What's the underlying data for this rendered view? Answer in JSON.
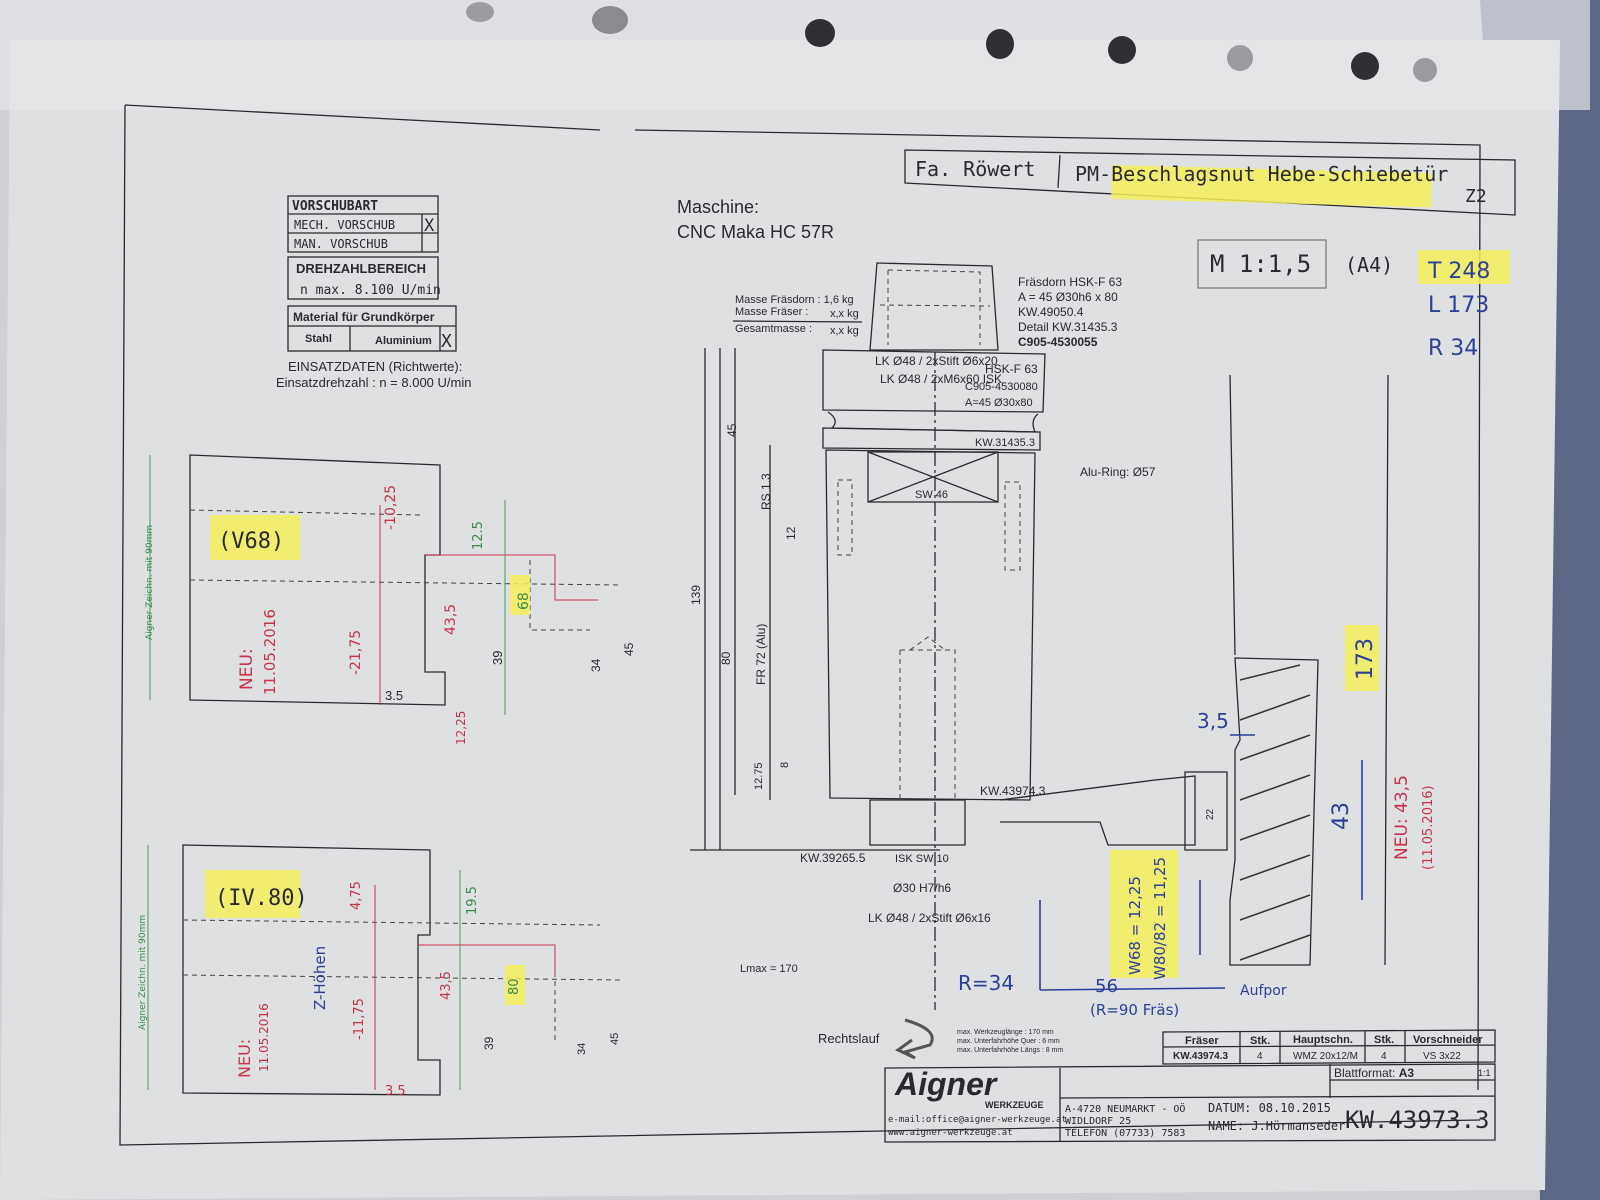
{
  "title_block": {
    "company": "Fa. Röwert",
    "title_prefix": "PM-",
    "title": "Beschlagsnut Hebe-Schiebetür",
    "sheet": "Z2"
  },
  "machine": {
    "label": "Maschine:",
    "name": "CNC Maka HC 57R"
  },
  "feed": {
    "header": "VORSCHUBART",
    "mech": "MECH. VORSCHUB",
    "man": "MAN. VORSCHUB",
    "mark": "X"
  },
  "speed": {
    "header": "DREHZAHLBEREICH",
    "value": "n max. 8.100 U/min"
  },
  "material": {
    "header": "Material für Grundkörper",
    "steel": "Stahl",
    "alu": "Aluminium",
    "mark": "X"
  },
  "usage": {
    "header": "EINSATZDATEN (Richtwerte):",
    "value": "Einsatzdrehzahl : n = 8.000 U/min"
  },
  "mass": {
    "arbor": "Masse Fräsdorn : 1,6 kg",
    "cutter_label": "Masse Fräser :",
    "cutter": "x,x kg",
    "total_label": "Gesamtmasse :",
    "total": "x,x kg"
  },
  "arbor": {
    "l1": "Fräsdorn HSK-F 63",
    "l2": "A = 45  Ø30h6 x 80",
    "l3": "KW.49050.4",
    "l4": "Detail KW.31435.3",
    "l5": "C905-4530055"
  },
  "labels": {
    "lk1": "LK Ø48 / 2xStift Ø6x20",
    "lk2": "LK Ø48 / 2xM6x60 ISK",
    "hsk": "HSK-F 63",
    "c905": "C905-4530080",
    "a45": "A=45  Ø30x80",
    "kw31": "KW.31435.3",
    "alu": "Alu-Ring: Ø57",
    "sw46": "SW 46",
    "kw43974": "KW.43974.3",
    "kw39": "KW.39265.5",
    "isk": "ISK SW 10",
    "fit": "Ø30 H7/h6",
    "lk3": "LK Ø48 / 2xStift Ø6x16",
    "lmax": "Lmax = 170",
    "d45": "45",
    "d139": "139",
    "d80": "80",
    "rs": "RS 1.3",
    "d12": "12",
    "fr72": "FR 72 (Alu)",
    "d8": "8",
    "d1275": "12.75",
    "d22": "22"
  },
  "handwritten": {
    "scale": "M  1:1,5",
    "a4": "(A4)",
    "t": "T  248",
    "l": "L  173",
    "r": "R  34",
    "h173": "173",
    "h43": "43",
    "h35": "3,5",
    "r34": "R=34",
    "h56": "56",
    "r90": "(R=90 Fräs)",
    "aufpor": "Aufpor",
    "neu": "NEU: 43,5",
    "neu_date": "(11.05.2016)",
    "w68": "W68 = 12,25",
    "w80": "W80/82 = 11,25"
  },
  "detail_v68": {
    "tag": "(V68)",
    "neu": "NEU:",
    "date": "11.05.2016",
    "a": "-10,25",
    "b": "-21,75",
    "c": "43,5",
    "d": "68",
    "e": "12.5",
    "f": "39",
    "g": "34",
    "h": "45",
    "i": "3.5",
    "j": "12,25",
    "note": "Aigner Zeichn. mit 90mm"
  },
  "detail_iv80": {
    "tag": "(IV.80)",
    "neu": "NEU:",
    "date": "11.05.2016",
    "z": "Z-Höhen",
    "a": "4,75",
    "b": "-11,75",
    "c": "43,5",
    "d": "80",
    "e": "19.5",
    "f": "39",
    "g": "34",
    "h": "45",
    "i": "3.5",
    "note": "Aigner Zeichn. mit 90mm"
  },
  "rotation": {
    "label": "Rechtslauf",
    "n1": "max. Werkzeuglänge : 170 mm",
    "n2": "max. Unterfahrhöhe Quer : 6 mm",
    "n3": "max. Unterfahrhöhe Längs : 8 mm"
  },
  "parts_table": {
    "headers": [
      "Fräser",
      "Stk.",
      "Hauptschn.",
      "Stk.",
      "Vorschneider"
    ],
    "row": [
      "KW.43974.3",
      "4",
      "WMZ 20x12/M",
      "4",
      "VS 3x22"
    ]
  },
  "format": {
    "label": "Blattformat:",
    "value": "A3",
    "scale": "1:1"
  },
  "footer": {
    "logo": "Aigner",
    "logo_sub": "WERKZEUGE",
    "email": "e-mail:office@aigner-werkzeuge.at",
    "web": "www.aigner-werkzeuge.at",
    "addr1": "A-4720 NEUMARKT - OÖ",
    "addr2": "WIDLDORF 25",
    "phone": "TELEFON (07733) 7583",
    "date": "DATUM: 08.10.2015",
    "name": "NAME:   J.Hörmanseder",
    "drawing_no": "KW.43973.3"
  },
  "colors": {
    "highlight": "#f3ee5a",
    "pen_blue": "#2c3f9a",
    "pen_red": "#c8324a",
    "pen_green": "#3a8a4a"
  }
}
